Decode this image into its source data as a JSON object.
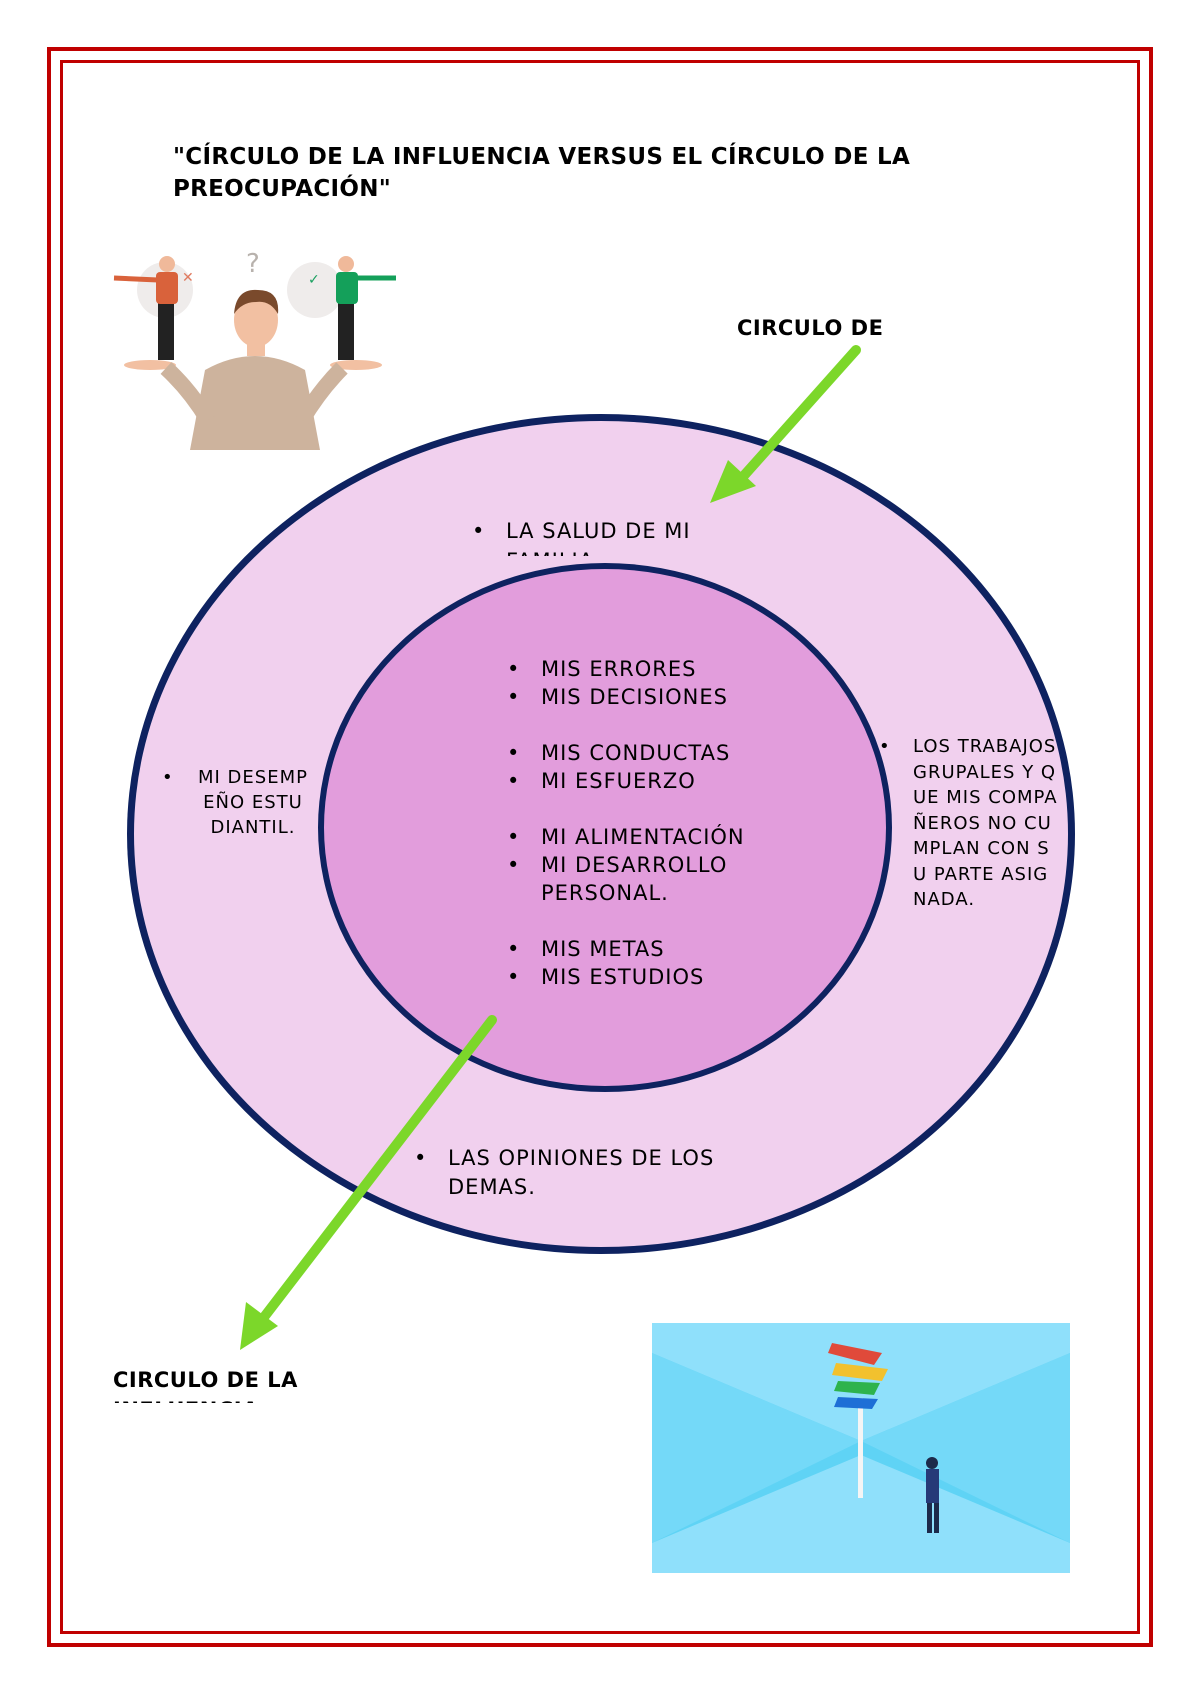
{
  "title": "\"CÍRCULO DE LA INFLUENCIA VERSUS EL CÍRCULO DE LA PREOCUPACIÓN\"",
  "label_top": "CIRCULO DE",
  "label_bottom": "CIRCULO DE LA INFLUENCIA",
  "inner_items": [
    "MIS ERRORES",
    "MIS DECISIONES",
    "MIS CONDUCTAS",
    "MI ESFUERZO",
    "MI ALIMENTACIÓN",
    "MI DESARROLLO PERSONAL.",
    "MIS METAS",
    "MIS ESTUDIOS"
  ],
  "top_item": "LA SALUD DE MI FAMILIA",
  "left_item": "MI DESEMPEÑO ESTUDIANTIL.",
  "right_item": "LOS TRABAJOS GRUPALES Y QUE MIS COMPAÑEROS NO CUMPLAN CON SU PARTE ASIGNADA.",
  "bottom_item": "LAS OPINIONES DE LOS DEMAS.",
  "colors": {
    "border": "#c00000",
    "outer_circle": "#f1d0ee",
    "inner_circle": "#e29ddc",
    "circle_stroke": "#0e2260",
    "arrow": "#7cd72a",
    "sky": "#5fd3f5"
  },
  "icons": [
    "decision-person-illustration",
    "crossroads-signpost-illustration",
    "arrow-icon"
  ]
}
